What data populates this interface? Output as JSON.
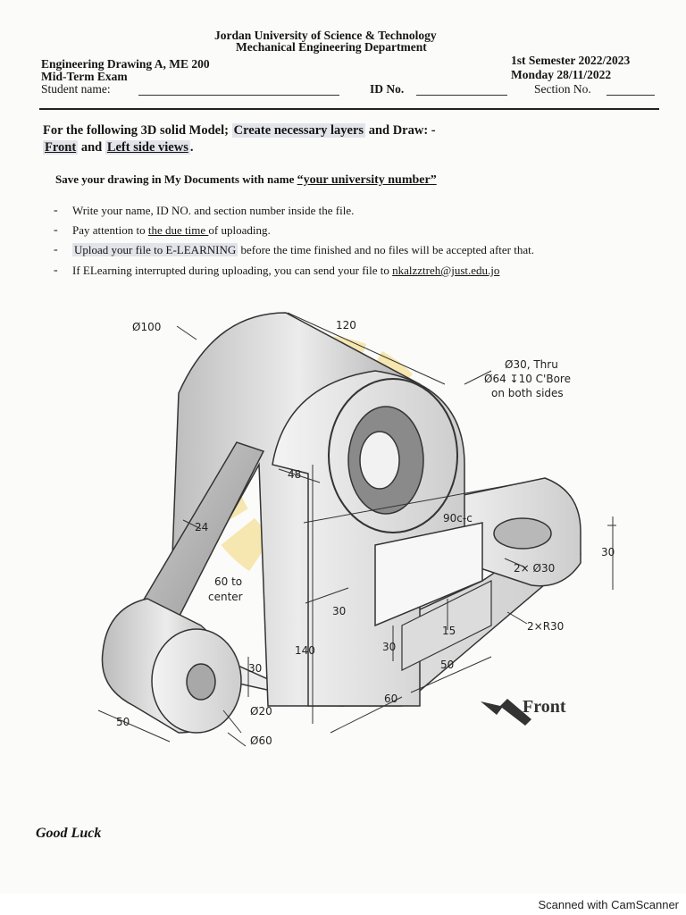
{
  "header": {
    "university": "Jordan University of Science & Technology",
    "department": "Mechanical Engineering Department",
    "course": "Engineering Drawing A, ME 200",
    "exam": "Mid-Term Exam",
    "semester": "1st Semester 2022/2023",
    "date": "Monday 28/11/2022",
    "student_name_label": "Student name:",
    "id_label": "ID No.",
    "section_label": "Section No."
  },
  "task": {
    "intro": "For the following 3D solid Model;",
    "layers": "Create necessary layers",
    "and_draw": "and Draw: -",
    "front": "Front",
    "and": "and",
    "left_side": "Left side views",
    "period": "."
  },
  "save": {
    "text": "Save your drawing in My Documents with name",
    "name": "“your university number”"
  },
  "instructions": [
    {
      "pre": "Write your name, ID NO. and section number inside the file.",
      "mid": "",
      "post": ""
    },
    {
      "pre": "Pay attention to ",
      "mid": "the due time ",
      "post": "of uploading."
    },
    {
      "pre": "Upload your file to E-LEARNING",
      "mid": "",
      "post": " before the time finished and no files will be accepted after that."
    },
    {
      "pre": "If ELearning interrupted during uploading, you can send your file to ",
      "mid": "nkalzztreh@just.edu.jo",
      "post": ""
    }
  ],
  "drawing_labels": {
    "d100": "Ø100",
    "d120": "120",
    "hole_note_1": "Ø30, Thru",
    "hole_note_2": "Ø64 ↧10 C'Bore",
    "hole_note_3": "on both sides",
    "d48": "48",
    "d24": "24",
    "cc90": "90c-c",
    "d30_right": "30",
    "two_d30": "2× Ø30",
    "two_r30": "2×R30",
    "to_center_1": "60 to",
    "to_center_2": "center",
    "d30_slot": "30",
    "d140": "140",
    "d15": "15",
    "d30_step": "30",
    "d50_step": "50",
    "d60": "60",
    "d30_boss": "30",
    "d50_boss": "50",
    "dia20": "Ø20",
    "dia60": "Ø60",
    "front_label": "Front"
  },
  "footer": {
    "good_luck": "Good Luck",
    "scanner": "Scanned with CamScanner"
  }
}
